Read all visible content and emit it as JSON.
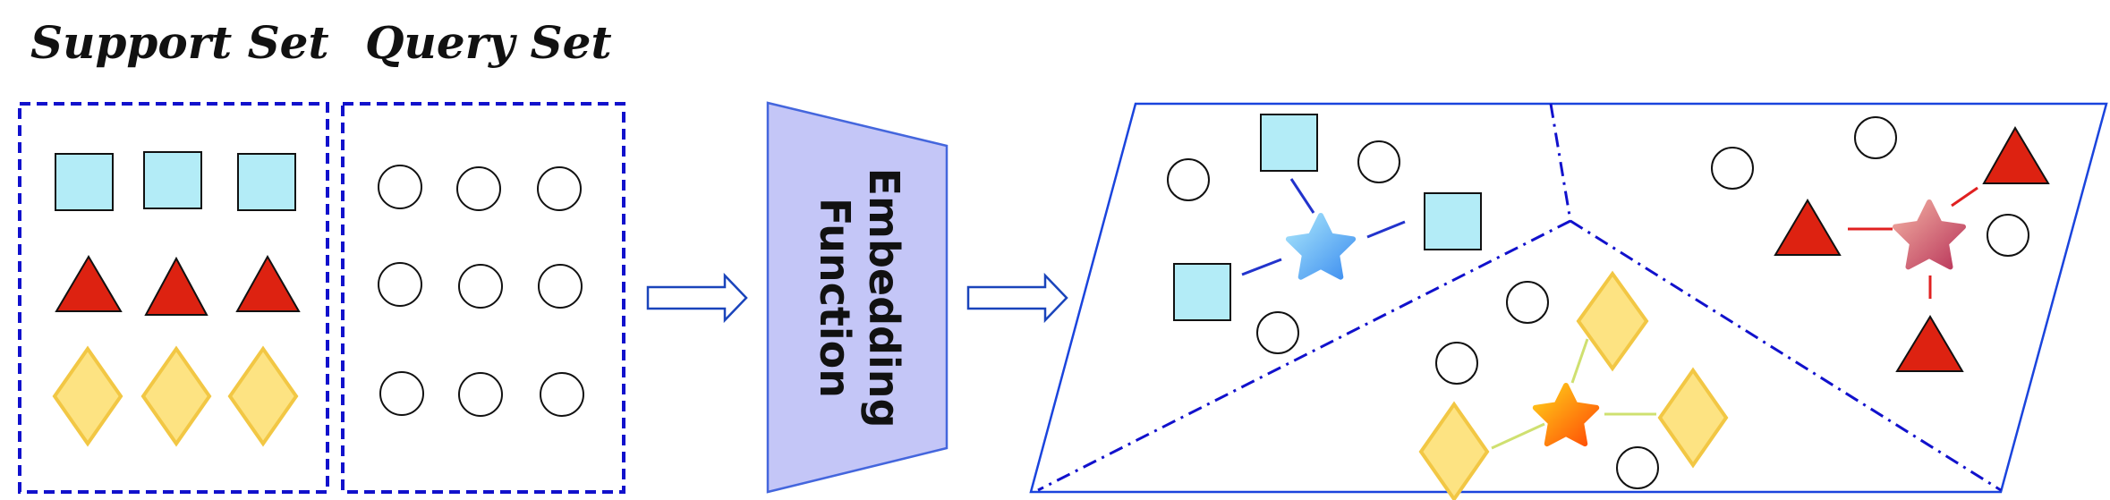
{
  "support_set": {
    "title": "Support Set"
  },
  "query_set": {
    "title": "Query Set"
  },
  "embedding": {
    "label_line1": "Embedding",
    "label_line2": "Function"
  },
  "colors": {
    "frame_blue": "#1111cc",
    "square_fill": "#b3ecf7",
    "triangle_fill": "#dd2211",
    "diamond_fill": "#fde382",
    "diamond_edge": "#f2c744",
    "embedding_fill": "#c4c6f7",
    "embedding_stroke": "#4466dd",
    "blue_link": "#2233cc",
    "red_link": "#e02020",
    "yellow_link": "#cfe070"
  },
  "icons": [
    "square-icon",
    "triangle-icon",
    "diamond-icon",
    "circle-icon",
    "star-icon",
    "arrow-right-icon"
  ]
}
